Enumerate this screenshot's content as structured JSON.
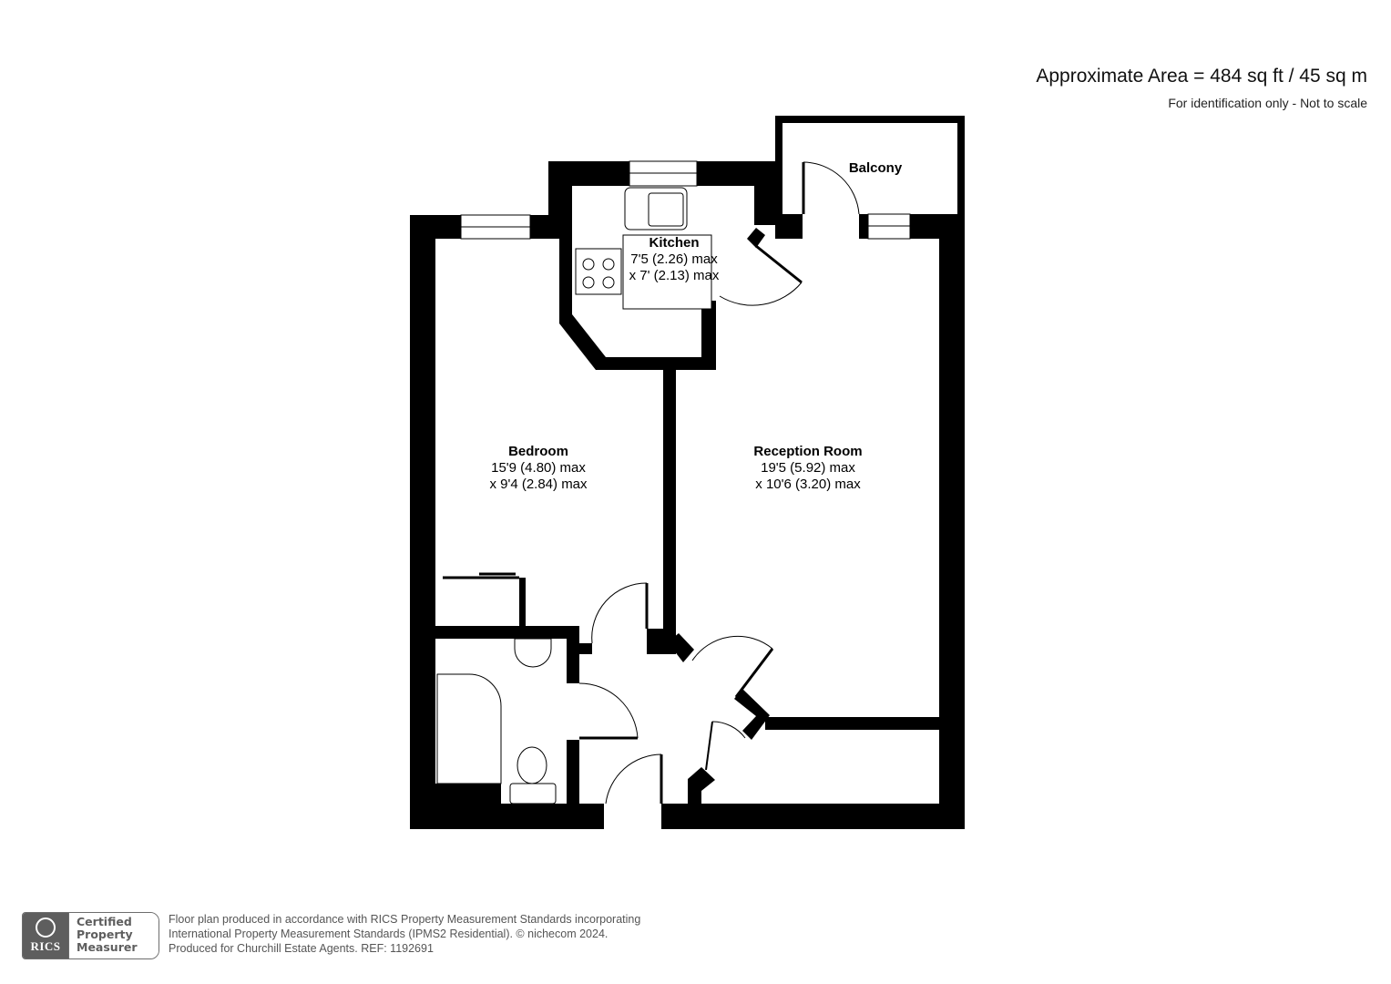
{
  "header": {
    "approximate_area": "Approximate Area = 484 sq ft / 45 sq m",
    "disclaimer": "For identification only - Not to scale"
  },
  "rooms": {
    "kitchen": {
      "name": "Kitchen",
      "dim1": "7'5 (2.26) max",
      "dim2": "x 7' (2.13) max"
    },
    "balcony": {
      "name": "Balcony"
    },
    "bedroom": {
      "name": "Bedroom",
      "dim1": "15'9 (4.80) max",
      "dim2": "x 9'4 (2.84) max"
    },
    "reception": {
      "name": "Reception Room",
      "dim1": "19'5 (5.92) max",
      "dim2": "x 10'6 (3.20) max"
    }
  },
  "footer": {
    "badge": {
      "logo_text": "RICS",
      "line1": "Certified",
      "line2": "Property",
      "line3": "Measurer"
    },
    "line1": "Floor plan produced in accordance with RICS Property Measurement Standards incorporating",
    "line2": "International Property Measurement Standards (IPMS2 Residential).   © nichecom 2024.",
    "line3": "Produced for Churchill Estate Agents.   REF: 1192691"
  },
  "colors": {
    "wall": "#000000",
    "background": "#ffffff",
    "footer_text": "#555555",
    "badge_grey": "#5e5e5e"
  }
}
